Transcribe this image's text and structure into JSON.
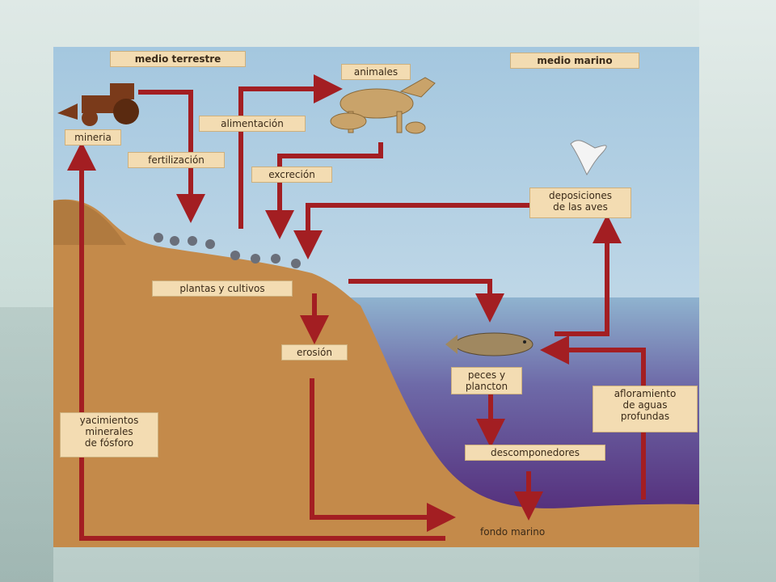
{
  "labels": {
    "medio_terrestre": "medio terrestre",
    "medio_marino": "medio marino",
    "animales": "animales",
    "mineria": "mineria",
    "alimentacion": "alimentación",
    "fertilizacion": "fertilización",
    "excrecion": "excreción",
    "deposiciones": "deposiciones\nde las aves",
    "plantas": "plantas y cultivos",
    "erosion": "erosión",
    "peces": "peces y\nplancton",
    "afloramiento": "afloramiento\nde aguas\nprofundas",
    "descomponedores": "descomponedores",
    "yacimientos": "yacimientos\nminerales\nde fósforo",
    "fondo_marino": "fondo marino"
  },
  "colors": {
    "arrow": "#a31e22",
    "sky": "#a9cbe0",
    "land": "#c48a4a",
    "sea_top": "#7fa6c6",
    "sea_deep": "#5a2f7e",
    "label_bg": "#f3dcb2"
  }
}
